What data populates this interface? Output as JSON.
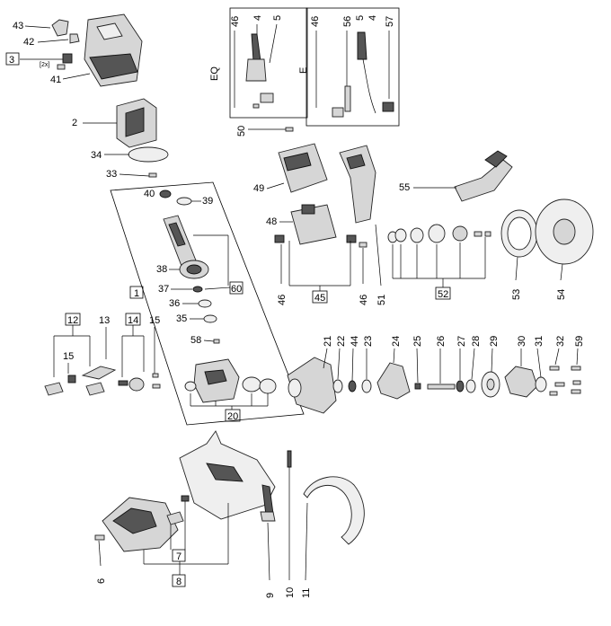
{
  "labels": {
    "p43": "43",
    "p42": "42",
    "p3": "3",
    "p2x": "[2x]",
    "p41": "41",
    "p2": "2",
    "p34": "34",
    "p33": "33",
    "p40": "40",
    "p39": "39",
    "p38": "38",
    "p37": "37",
    "p36": "36",
    "p35": "35",
    "p58": "58",
    "p60": "60",
    "p1": "1",
    "p20": "20",
    "p12": "12",
    "p13": "13",
    "p14": "14",
    "p15a": "15",
    "p15b": "15",
    "eq": "EQ",
    "e": "E",
    "eq46": "46",
    "eq4": "4",
    "eq5": "5",
    "e46": "46",
    "e56": "56",
    "e5": "5",
    "e4": "4",
    "e57": "57",
    "p50": "50",
    "p49": "49",
    "p48": "48",
    "p46a": "46",
    "p46b": "46",
    "p45": "45",
    "p51": "51",
    "p52": "52",
    "p53": "53",
    "p54": "54",
    "p55": "55",
    "p21": "21",
    "p22": "22",
    "p44": "44",
    "p23": "23",
    "p24": "24",
    "p25": "25",
    "p26": "26",
    "p27": "27",
    "p28": "28",
    "p29": "29",
    "p30": "30",
    "p31": "31",
    "p32": "32",
    "p59": "59",
    "p6": "6",
    "p7": "7",
    "p8": "8",
    "p9": "9",
    "p10": "10",
    "p11": "11"
  }
}
